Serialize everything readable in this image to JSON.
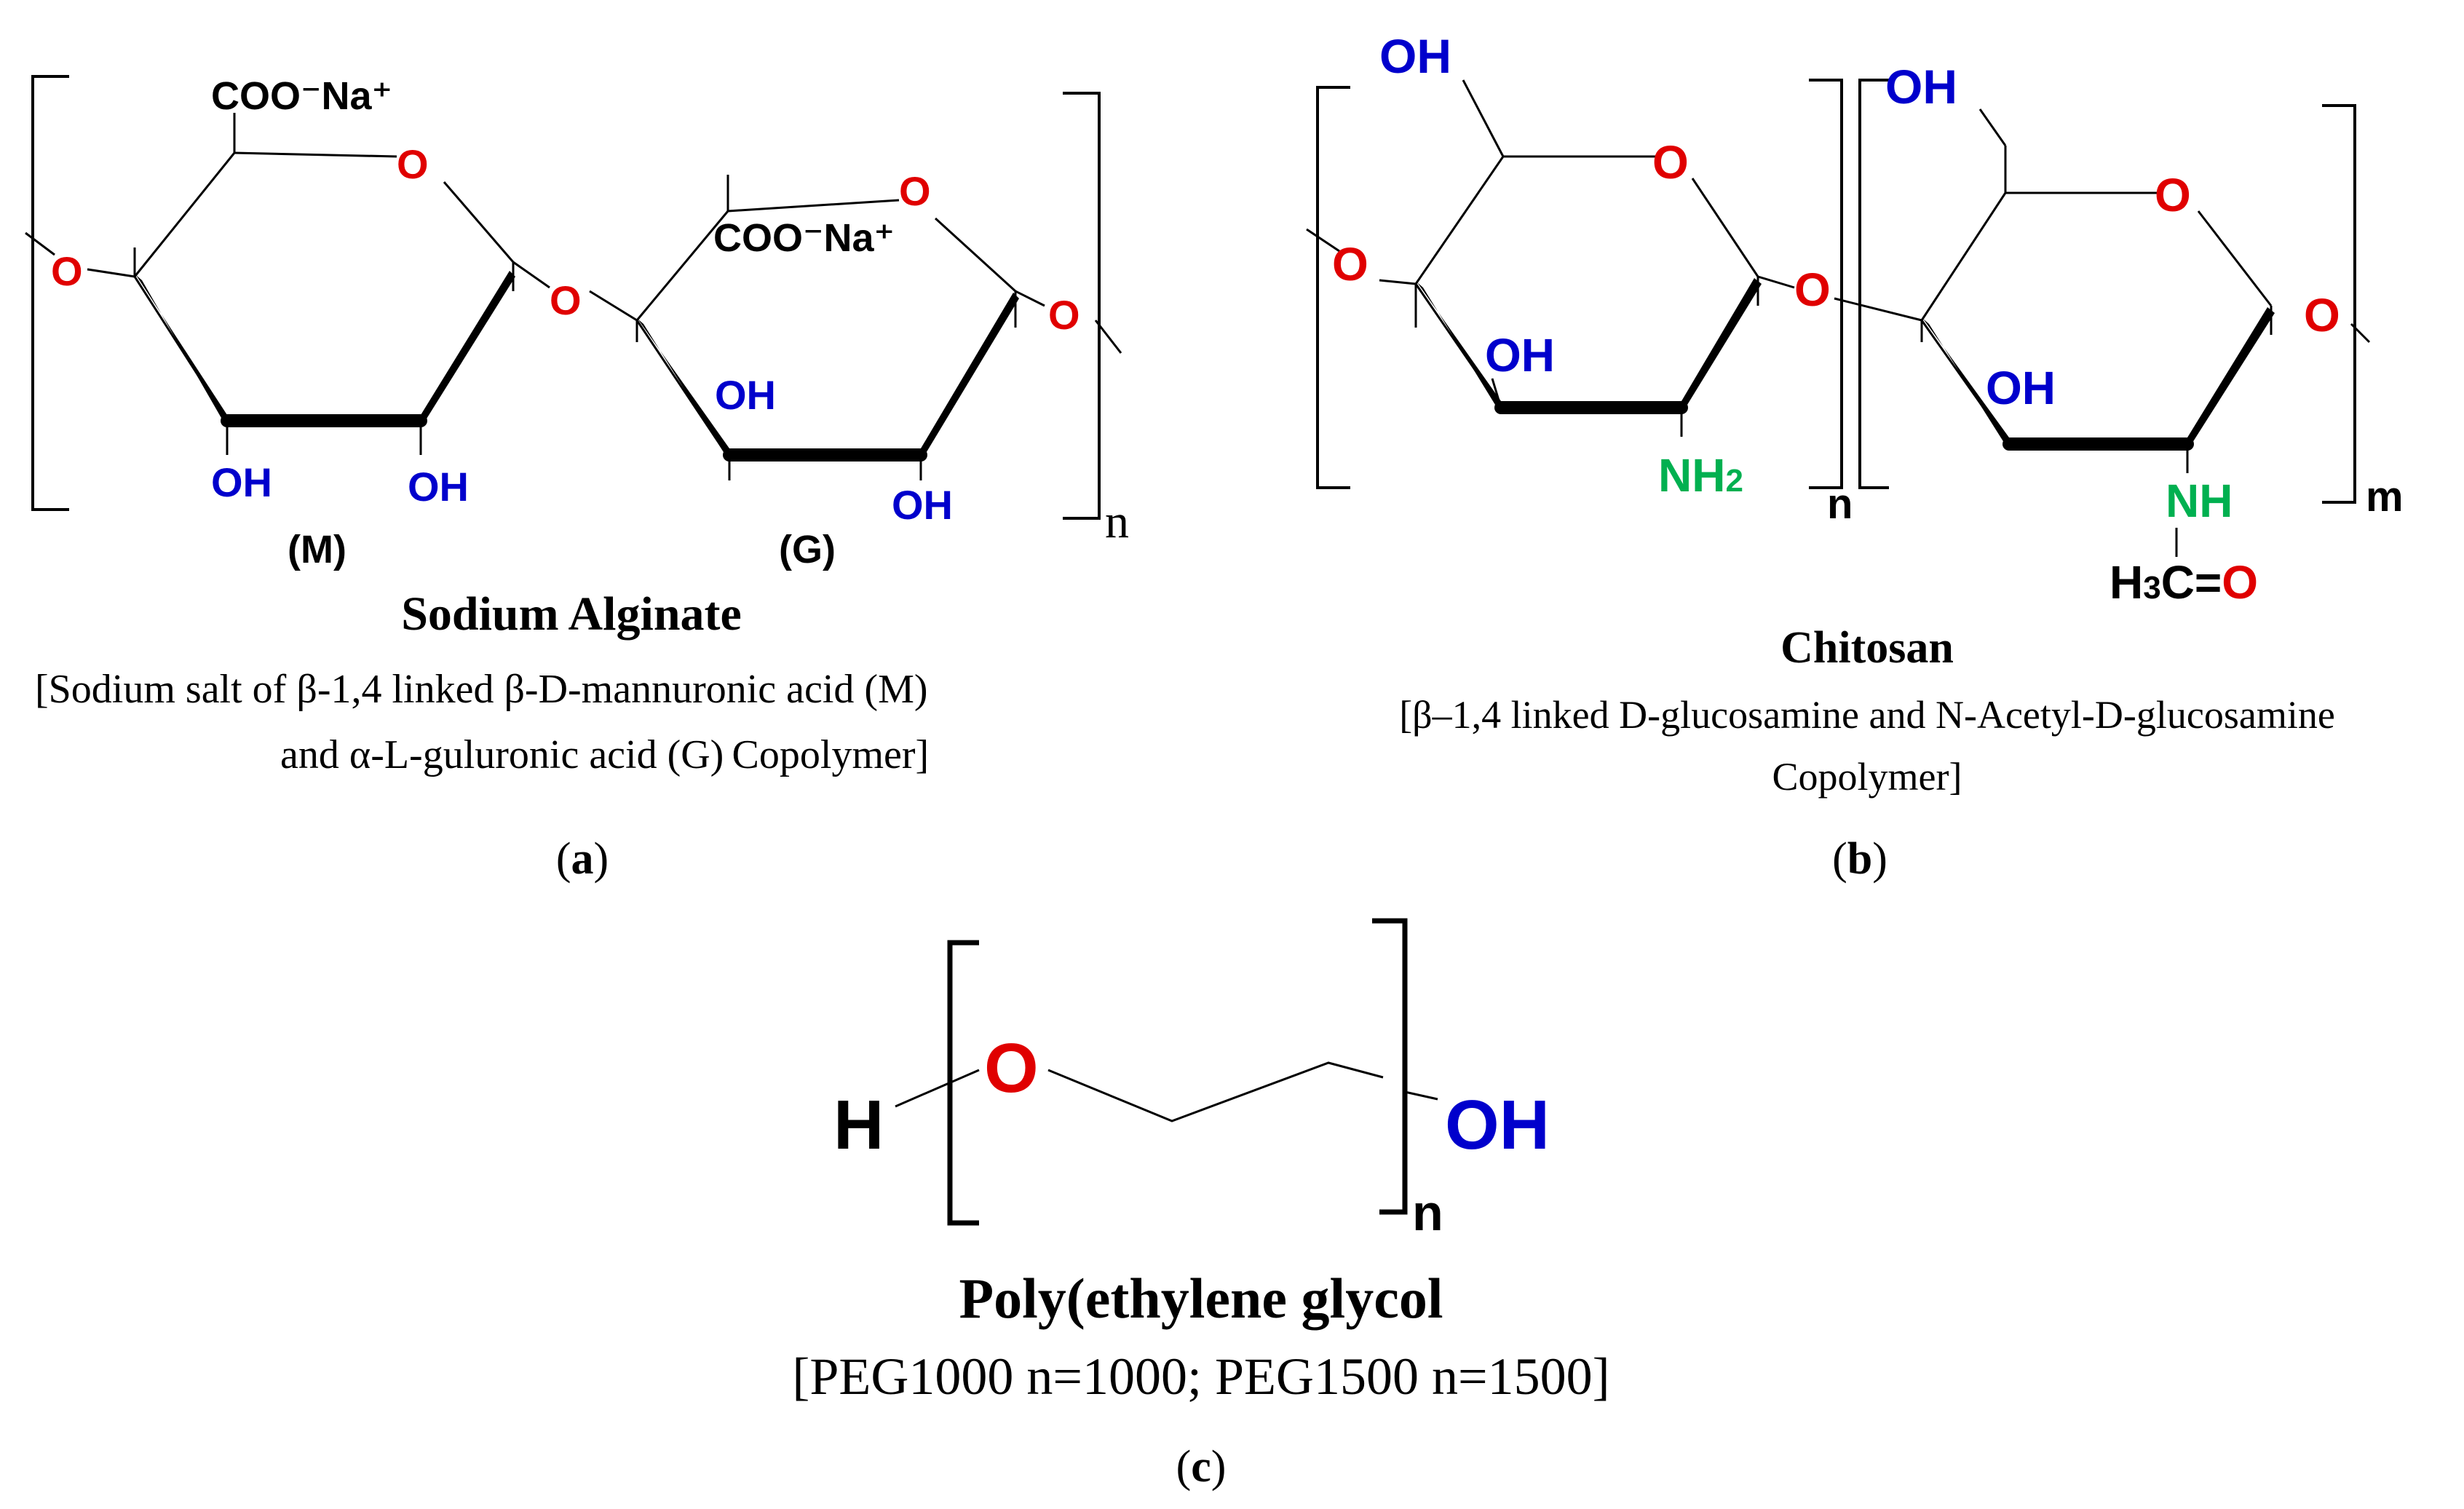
{
  "colors": {
    "oxygen": "#e00000",
    "hydroxyl": "#0000cc",
    "amine": "#00b050",
    "ink": "#000000"
  },
  "panel_a": {
    "atoms": {
      "coo_na_1": "COO⁻Na⁺",
      "coo_na_2": "COO⁻Na⁺",
      "o_left": "O",
      "o_ring1": "O",
      "o_link": "O",
      "o_ring2": "O",
      "o_right": "O",
      "oh_1": "OH",
      "oh_2": "OH",
      "oh_3": "OH",
      "oh_4": "OH"
    },
    "label_m": "(M)",
    "label_g": "(G)",
    "subscript": "n",
    "name": "Sodium Alginate",
    "desc_line1": "[Sodium salt of  β-1,4 linked β-D-mannuronic acid (M)",
    "desc_line2": "and α-L-guluronic acid (G) Copolymer]",
    "panel_label": "a"
  },
  "panel_b": {
    "atoms": {
      "oh_top1": "OH",
      "oh_top2": "OH",
      "o_ring1": "O",
      "o_ring2": "O",
      "o_left": "O",
      "o_link": "O",
      "o_right": "O",
      "oh_mid1": "OH",
      "oh_mid2": "OH",
      "nh2": "NH",
      "nh2_sub": "2",
      "nh": "NH",
      "h3c": "H",
      "h3c_sub": "3",
      "c_eq": "C=",
      "o_carbonyl": "O"
    },
    "subscript_n": "n",
    "subscript_m": "m",
    "name": "Chitosan",
    "desc_line1": "[β–1,4 linked D-glucosamine and N-Acetyl-D-glucosamine",
    "desc_line2": "Copolymer]",
    "panel_label": "b"
  },
  "panel_c": {
    "atoms": {
      "h": "H",
      "o": "O",
      "oh": "OH"
    },
    "subscript": "n",
    "name": "Poly(ethylene glycol",
    "desc": "[PEG1000 n=1000; PEG1500 n=1500]",
    "panel_label": "c"
  }
}
